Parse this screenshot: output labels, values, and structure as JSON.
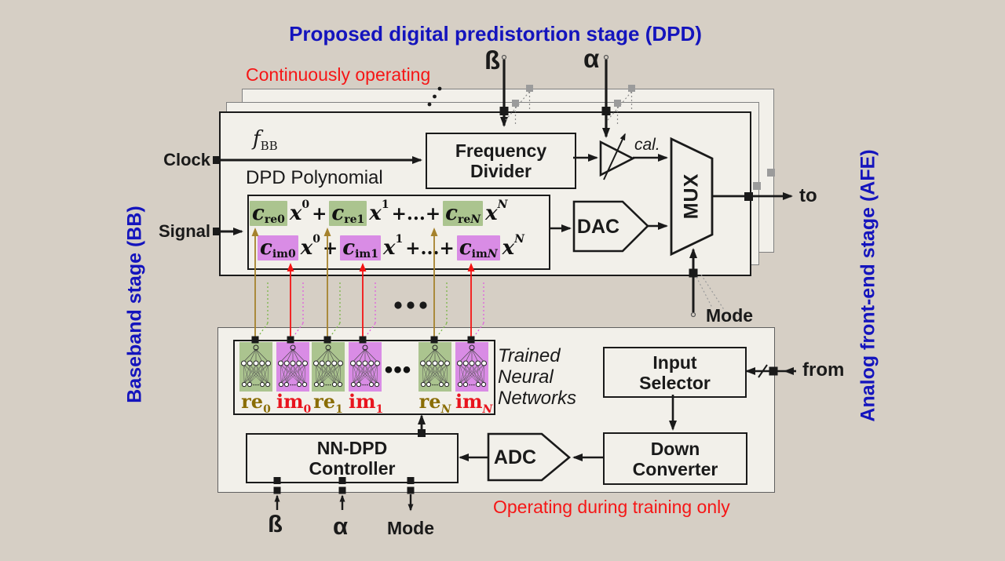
{
  "title": "Proposed digital predistortion stage (DPD)",
  "annotations": {
    "continuous": "Continuously operating",
    "training_only": "Operating during training only"
  },
  "side_labels": {
    "left": "Baseband stage (BB)",
    "right": "Analog front-end stage (AFE)"
  },
  "signals": {
    "clock_label": "Clock",
    "signal_label": "Signal",
    "fbb_base": "f",
    "fbb_sub": "BB",
    "beta_top": "ß",
    "alpha_top": "α",
    "mode_top": "Mode",
    "to_label": "to",
    "from_label": "from",
    "beta_bottom": "ß",
    "alpha_bottom": "α",
    "mode_bottom": "Mode"
  },
  "blocks": {
    "frequency_divider": "Frequency Divider",
    "dac": "DAC",
    "mux": "MUX",
    "adc": "ADC",
    "cal": "cal.",
    "nn_dpd_controller": "NN-DPD Controller",
    "down_converter": "Down Converter",
    "input_selector": "Input Selector",
    "trained_nn": "Trained Neural Networks",
    "dpd_polynomial_label": "DPD Polynomial"
  },
  "polynomial": {
    "coef_symbol": "c",
    "var_symbol": "x",
    "rows": [
      {
        "kind": "re",
        "seps": [
          "+",
          "+...+"
        ],
        "terms": [
          {
            "sub": "re0",
            "exp": "0"
          },
          {
            "sub": "re1",
            "exp": "1"
          },
          {
            "sub": "reN",
            "exp": "N"
          }
        ]
      },
      {
        "kind": "im",
        "seps": [
          "+",
          "+...+"
        ],
        "terms": [
          {
            "sub": "im0",
            "exp": "0"
          },
          {
            "sub": "im1",
            "exp": "1"
          },
          {
            "sub": "imN",
            "exp": "N"
          }
        ]
      }
    ]
  },
  "nn_units": [
    {
      "name": "re",
      "sub": "0",
      "kind": "re"
    },
    {
      "name": "im",
      "sub": "0",
      "kind": "im"
    },
    {
      "name": "re",
      "sub": "1",
      "kind": "re"
    },
    {
      "name": "im",
      "sub": "1",
      "kind": "im"
    },
    {
      "name": "re",
      "sub": "N",
      "kind": "re"
    },
    {
      "name": "im",
      "sub": "N",
      "kind": "im"
    }
  ],
  "colors": {
    "background": "#d6cfc5",
    "panel": "#f2f0ea",
    "blue": "#1414bd",
    "red": "#f51616",
    "green_highlight": "#abc48f",
    "purple_highlight": "#d98ce5",
    "re_text": "#8a6d05",
    "im_text": "#e8141e",
    "olive_line": "#a5822d",
    "im_line": "#f41414",
    "gray_square": "#9b9b9b"
  }
}
